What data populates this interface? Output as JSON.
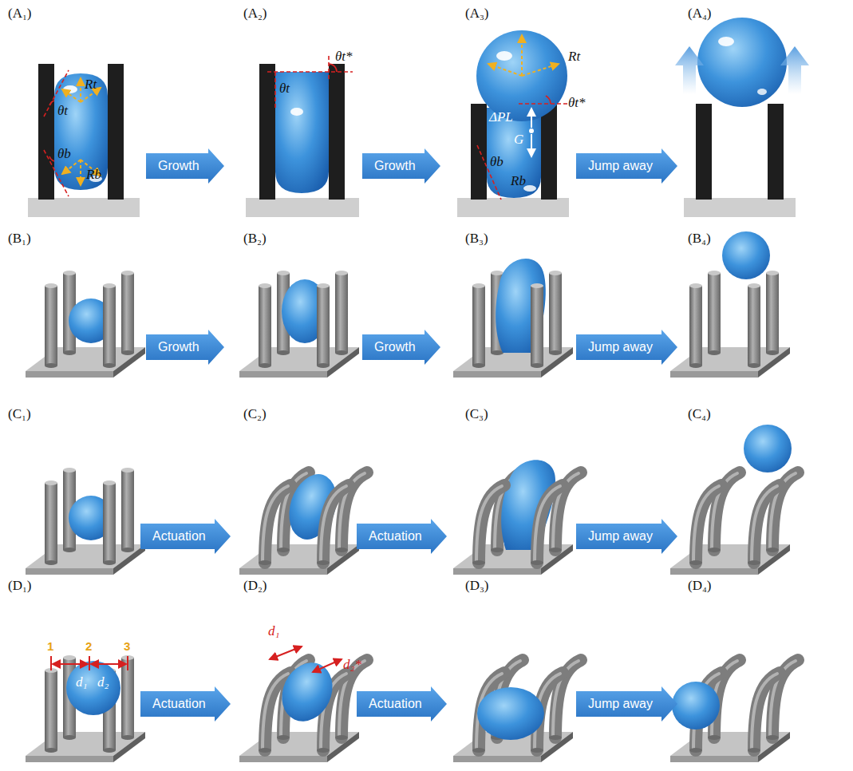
{
  "diagram": {
    "nodes": [
      {
        "text": [
          "Growth"
        ]
      },
      {
        "text": [
          "Growth"
        ]
      },
      {
        "text": [
          "Jump away"
        ]
      },
      {
        "text": [
          "Growth"
        ]
      },
      {
        "text": [
          "Growth"
        ]
      },
      {
        "text": [
          "Jump away"
        ]
      },
      {
        "text": [
          "Actuation"
        ]
      },
      {
        "text": [
          "Actuation"
        ]
      },
      {
        "text": [
          "Jump away"
        ]
      },
      {
        "text": [
          "Actuation"
        ]
      },
      {
        "text": [
          "Actuation"
        ]
      },
      {
        "text": [
          "Jump away"
        ]
      }
    ],
    "labels": [
      "(A₁)",
      "Rt",
      "θt",
      "θb",
      "Rb",
      "(A₂)",
      "θt",
      "θt*",
      "(A₃)",
      "Rt",
      "θt*",
      "ΔPL",
      "G",
      "θb",
      "Rb",
      "(A₄)",
      "(B₁)",
      "(B₂)",
      "(B₃)",
      "(B₄)",
      "(C₁)",
      "(C₂)",
      "(C₃)",
      "(C₄)",
      "(D₁)",
      "1",
      "d₁",
      "2",
      "d₂",
      "3",
      "(D₂)",
      "d₁",
      "d₂*",
      "(D₃)",
      "(D₄)"
    ]
  }
}
